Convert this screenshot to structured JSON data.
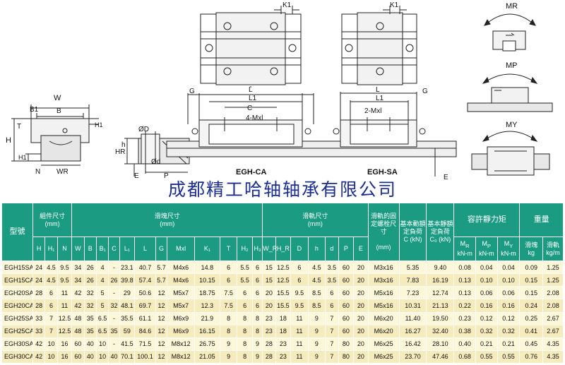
{
  "drawing": {
    "top_views": {
      "left_label": "K1",
      "right_label": "K1"
    },
    "moments": {
      "mr": "MR",
      "mp": "MP",
      "my": "MY"
    },
    "cross_section": {
      "width": "W",
      "b1": "B1",
      "b": "B",
      "t": "T",
      "h1_top": "H1",
      "h": "H",
      "h1_bottom": "H1",
      "n": "N",
      "wr": "WR"
    },
    "rail": {
      "d_outer": "ØD",
      "d_inner": "Ød",
      "hr": "HR",
      "h": "h",
      "e": "E",
      "p": "P"
    },
    "ca": {
      "g": "G",
      "l": "L",
      "l1": "L1",
      "c": "C",
      "mxl": "4-Mxl",
      "name": "EGH-CA"
    },
    "sa": {
      "l": "L",
      "l1": "L1",
      "g": "G",
      "mxl": "2-Mxl",
      "name": "EGH-SA",
      "e": "E"
    }
  },
  "watermark": "成都精工哈轴轴承有限公司",
  "table": {
    "model_header": "型號",
    "assembly": {
      "title": "組件尺寸",
      "unit": "(mm)"
    },
    "block": {
      "title": "滑塊尺寸",
      "unit": "(mm)"
    },
    "rail": {
      "title": "滑軌尺寸",
      "unit": "(mm)"
    },
    "bolt": {
      "title": "滑軌的固定螺栓尺寸",
      "unit": "(mm)"
    },
    "dynamic": {
      "title": "基本動額定負荷",
      "unit": "C (kN)"
    },
    "static": {
      "title": "基本靜額定負荷",
      "unit": "C₀ (kN)"
    },
    "moment": {
      "title": "容許靜力矩"
    },
    "weight": {
      "title": "重量"
    },
    "sub_headers": {
      "assembly": [
        "H",
        "H₁",
        "N"
      ],
      "block": [
        "W",
        "B",
        "B₁",
        "C",
        "L₁",
        "L",
        "G",
        "Mxl",
        "K₁",
        "T",
        "H₂",
        "H₃"
      ],
      "rail": [
        "W_R",
        "H_R",
        "D",
        "h",
        "d",
        "P",
        "E"
      ],
      "moment": [
        {
          "sym": "M",
          "sub": "R",
          "unit": "kN-m"
        },
        {
          "sym": "M",
          "sub": "P",
          "unit": "kN-m"
        },
        {
          "sym": "M",
          "sub": "Y",
          "unit": "kN-m"
        }
      ],
      "weight": [
        {
          "label": "滑塊",
          "unit": "kg"
        },
        {
          "label": "滑軌",
          "unit": "kg/m"
        }
      ]
    },
    "rows": [
      [
        "EGH15SA",
        "24",
        "4.5",
        "9.5",
        "34",
        "26",
        "4",
        "-",
        "23.1",
        "40.7",
        "5.7",
        "M4x6",
        "14.8",
        "6",
        "5.5",
        "6",
        "15",
        "12.5",
        "6",
        "4.5",
        "3.5",
        "60",
        "20",
        "M3x16",
        "5.35",
        "9.40",
        "0.08",
        "0.04",
        "0.04",
        "0.09",
        "1.25"
      ],
      [
        "EGH15CA",
        "24",
        "4.5",
        "9.5",
        "34",
        "26",
        "4",
        "26",
        "39.8",
        "57.4",
        "5.7",
        "M4x6",
        "10.15",
        "6",
        "5.5",
        "6",
        "15",
        "12.5",
        "6",
        "4.5",
        "3.5",
        "60",
        "20",
        "M3x16",
        "7.83",
        "16.19",
        "0.13",
        "0.10",
        "0.10",
        "0.15",
        "1.25"
      ],
      [
        "EGH20SA",
        "28",
        "6",
        "11",
        "42",
        "32",
        "5",
        "-",
        "29",
        "50.6",
        "12",
        "M5x7",
        "18.75",
        "7.5",
        "6",
        "6",
        "20",
        "15.5",
        "9.5",
        "8.5",
        "6",
        "60",
        "20",
        "M5x16",
        "7.23",
        "12.74",
        "0.13",
        "0.06",
        "0.06",
        "0.15",
        "2.08"
      ],
      [
        "EGH20CA",
        "28",
        "6",
        "11",
        "42",
        "32",
        "5",
        "32",
        "48.1",
        "69.7",
        "12",
        "M5x7",
        "12.3",
        "7.5",
        "6",
        "6",
        "20",
        "15.5",
        "9.5",
        "8.5",
        "6",
        "60",
        "20",
        "M5x16",
        "10.31",
        "21.13",
        "0.22",
        "0.16",
        "0.16",
        "0.24",
        "2.08"
      ],
      [
        "EGH25SA",
        "33",
        "7",
        "12.5",
        "48",
        "35",
        "6.5",
        "-",
        "35.5",
        "61.1",
        "12",
        "M6x9",
        "21.9",
        "8",
        "8",
        "8",
        "23",
        "18",
        "11",
        "9",
        "7",
        "60",
        "20",
        "M6x20",
        "11.40",
        "19.50",
        "0.23",
        "0.12",
        "0.12",
        "0.25",
        "2.67"
      ],
      [
        "EGH25CA",
        "33",
        "7",
        "12.5",
        "48",
        "35",
        "6.5",
        "35",
        "59",
        "84.6",
        "12",
        "M6x9",
        "16.15",
        "8",
        "8",
        "8",
        "23",
        "18",
        "11",
        "9",
        "7",
        "60",
        "20",
        "M6x20",
        "16.27",
        "32.40",
        "0.38",
        "0.32",
        "0.32",
        "0.41",
        "2.67"
      ],
      [
        "EGH30SA",
        "42",
        "10",
        "16",
        "60",
        "40",
        "10",
        "-",
        "41.5",
        "71.5",
        "12",
        "M8x12",
        "26.75",
        "9",
        "8",
        "9",
        "28",
        "23",
        "11",
        "9",
        "7",
        "80",
        "20",
        "M6x25",
        "16.42",
        "28.10",
        "0.40",
        "0.21",
        "0.21",
        "0.45",
        "4.35"
      ],
      [
        "EGH30CA",
        "42",
        "10",
        "16",
        "60",
        "40",
        "10",
        "40",
        "70.1",
        "100.1",
        "12",
        "M8x12",
        "21.05",
        "9",
        "8",
        "9",
        "28",
        "23",
        "11",
        "9",
        "7",
        "80",
        "20",
        "M6x25",
        "23.70",
        "47.46",
        "0.68",
        "0.55",
        "0.55",
        "0.76",
        "4.35"
      ]
    ]
  }
}
